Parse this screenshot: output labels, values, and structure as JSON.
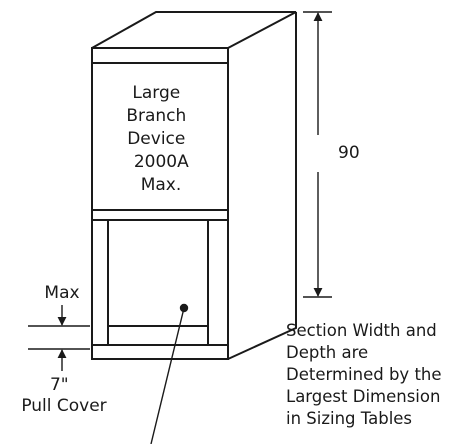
{
  "device_label": {
    "lines": [
      "Large",
      "Branch",
      "Device",
      "2000A",
      "Max."
    ]
  },
  "height_dimension": "90",
  "max_label": "Max",
  "pull_cover": {
    "lines": [
      "7\"",
      "Pull Cover"
    ]
  },
  "section_note": {
    "lines": [
      "Section Width and",
      "Depth are",
      "Determined by the",
      "Largest Dimension",
      "in Sizing Tables"
    ]
  }
}
